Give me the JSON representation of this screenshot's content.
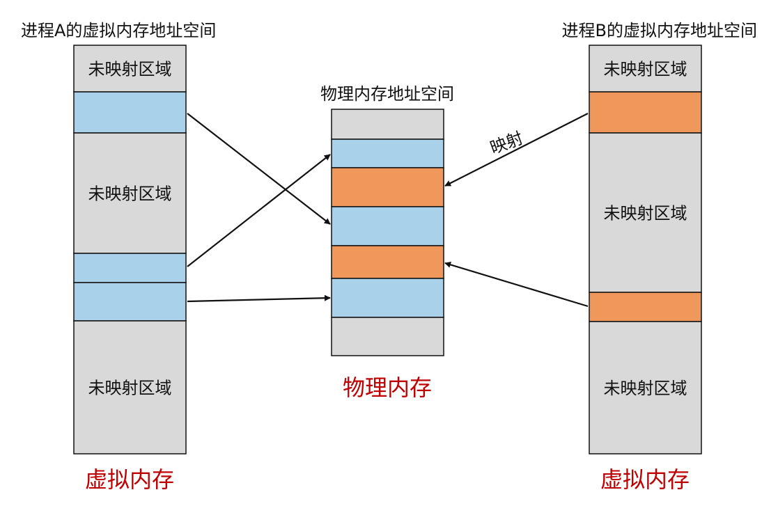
{
  "colors": {
    "unmapped": "#d9d9d9",
    "process_a_region": "#a9d1ea",
    "process_b_region": "#f0975c",
    "caption_red": "#c00000",
    "stroke": "#111111"
  },
  "process_a": {
    "title": "进程A的虚拟内存地址空间",
    "caption": "虚拟内存",
    "blocks": [
      {
        "type": "unmapped",
        "label": "未映射区域"
      },
      {
        "type": "mapped-a",
        "label": ""
      },
      {
        "type": "unmapped",
        "label": "未映射区域"
      },
      {
        "type": "mapped-a",
        "label": ""
      },
      {
        "type": "mapped-a",
        "label": ""
      },
      {
        "type": "unmapped",
        "label": "未映射区域"
      }
    ]
  },
  "physical": {
    "title": "物理内存地址空间",
    "caption": "物理内存",
    "blocks": [
      {
        "type": "unmapped",
        "label": ""
      },
      {
        "type": "mapped-a",
        "label": ""
      },
      {
        "type": "mapped-b",
        "label": ""
      },
      {
        "type": "mapped-a",
        "label": ""
      },
      {
        "type": "mapped-b",
        "label": ""
      },
      {
        "type": "mapped-a",
        "label": ""
      },
      {
        "type": "unmapped",
        "label": ""
      }
    ]
  },
  "process_b": {
    "title": "进程B的虚拟内存地址空间",
    "caption": "虚拟内存",
    "blocks": [
      {
        "type": "unmapped",
        "label": "未映射区域"
      },
      {
        "type": "mapped-b",
        "label": ""
      },
      {
        "type": "unmapped",
        "label": "未映射区域"
      },
      {
        "type": "mapped-b",
        "label": ""
      },
      {
        "type": "unmapped",
        "label": "未映射区域"
      }
    ]
  },
  "mappings": [
    {
      "from": "process_a",
      "from_block": 1,
      "to_block": 3
    },
    {
      "from": "process_a",
      "from_block": 3,
      "to_block": 1
    },
    {
      "from": "process_a",
      "from_block": 4,
      "to_block": 5
    },
    {
      "from": "process_b",
      "from_block": 1,
      "to_block": 2
    },
    {
      "from": "process_b",
      "from_block": 3,
      "to_block": 4
    }
  ],
  "mapping_label": "映射"
}
